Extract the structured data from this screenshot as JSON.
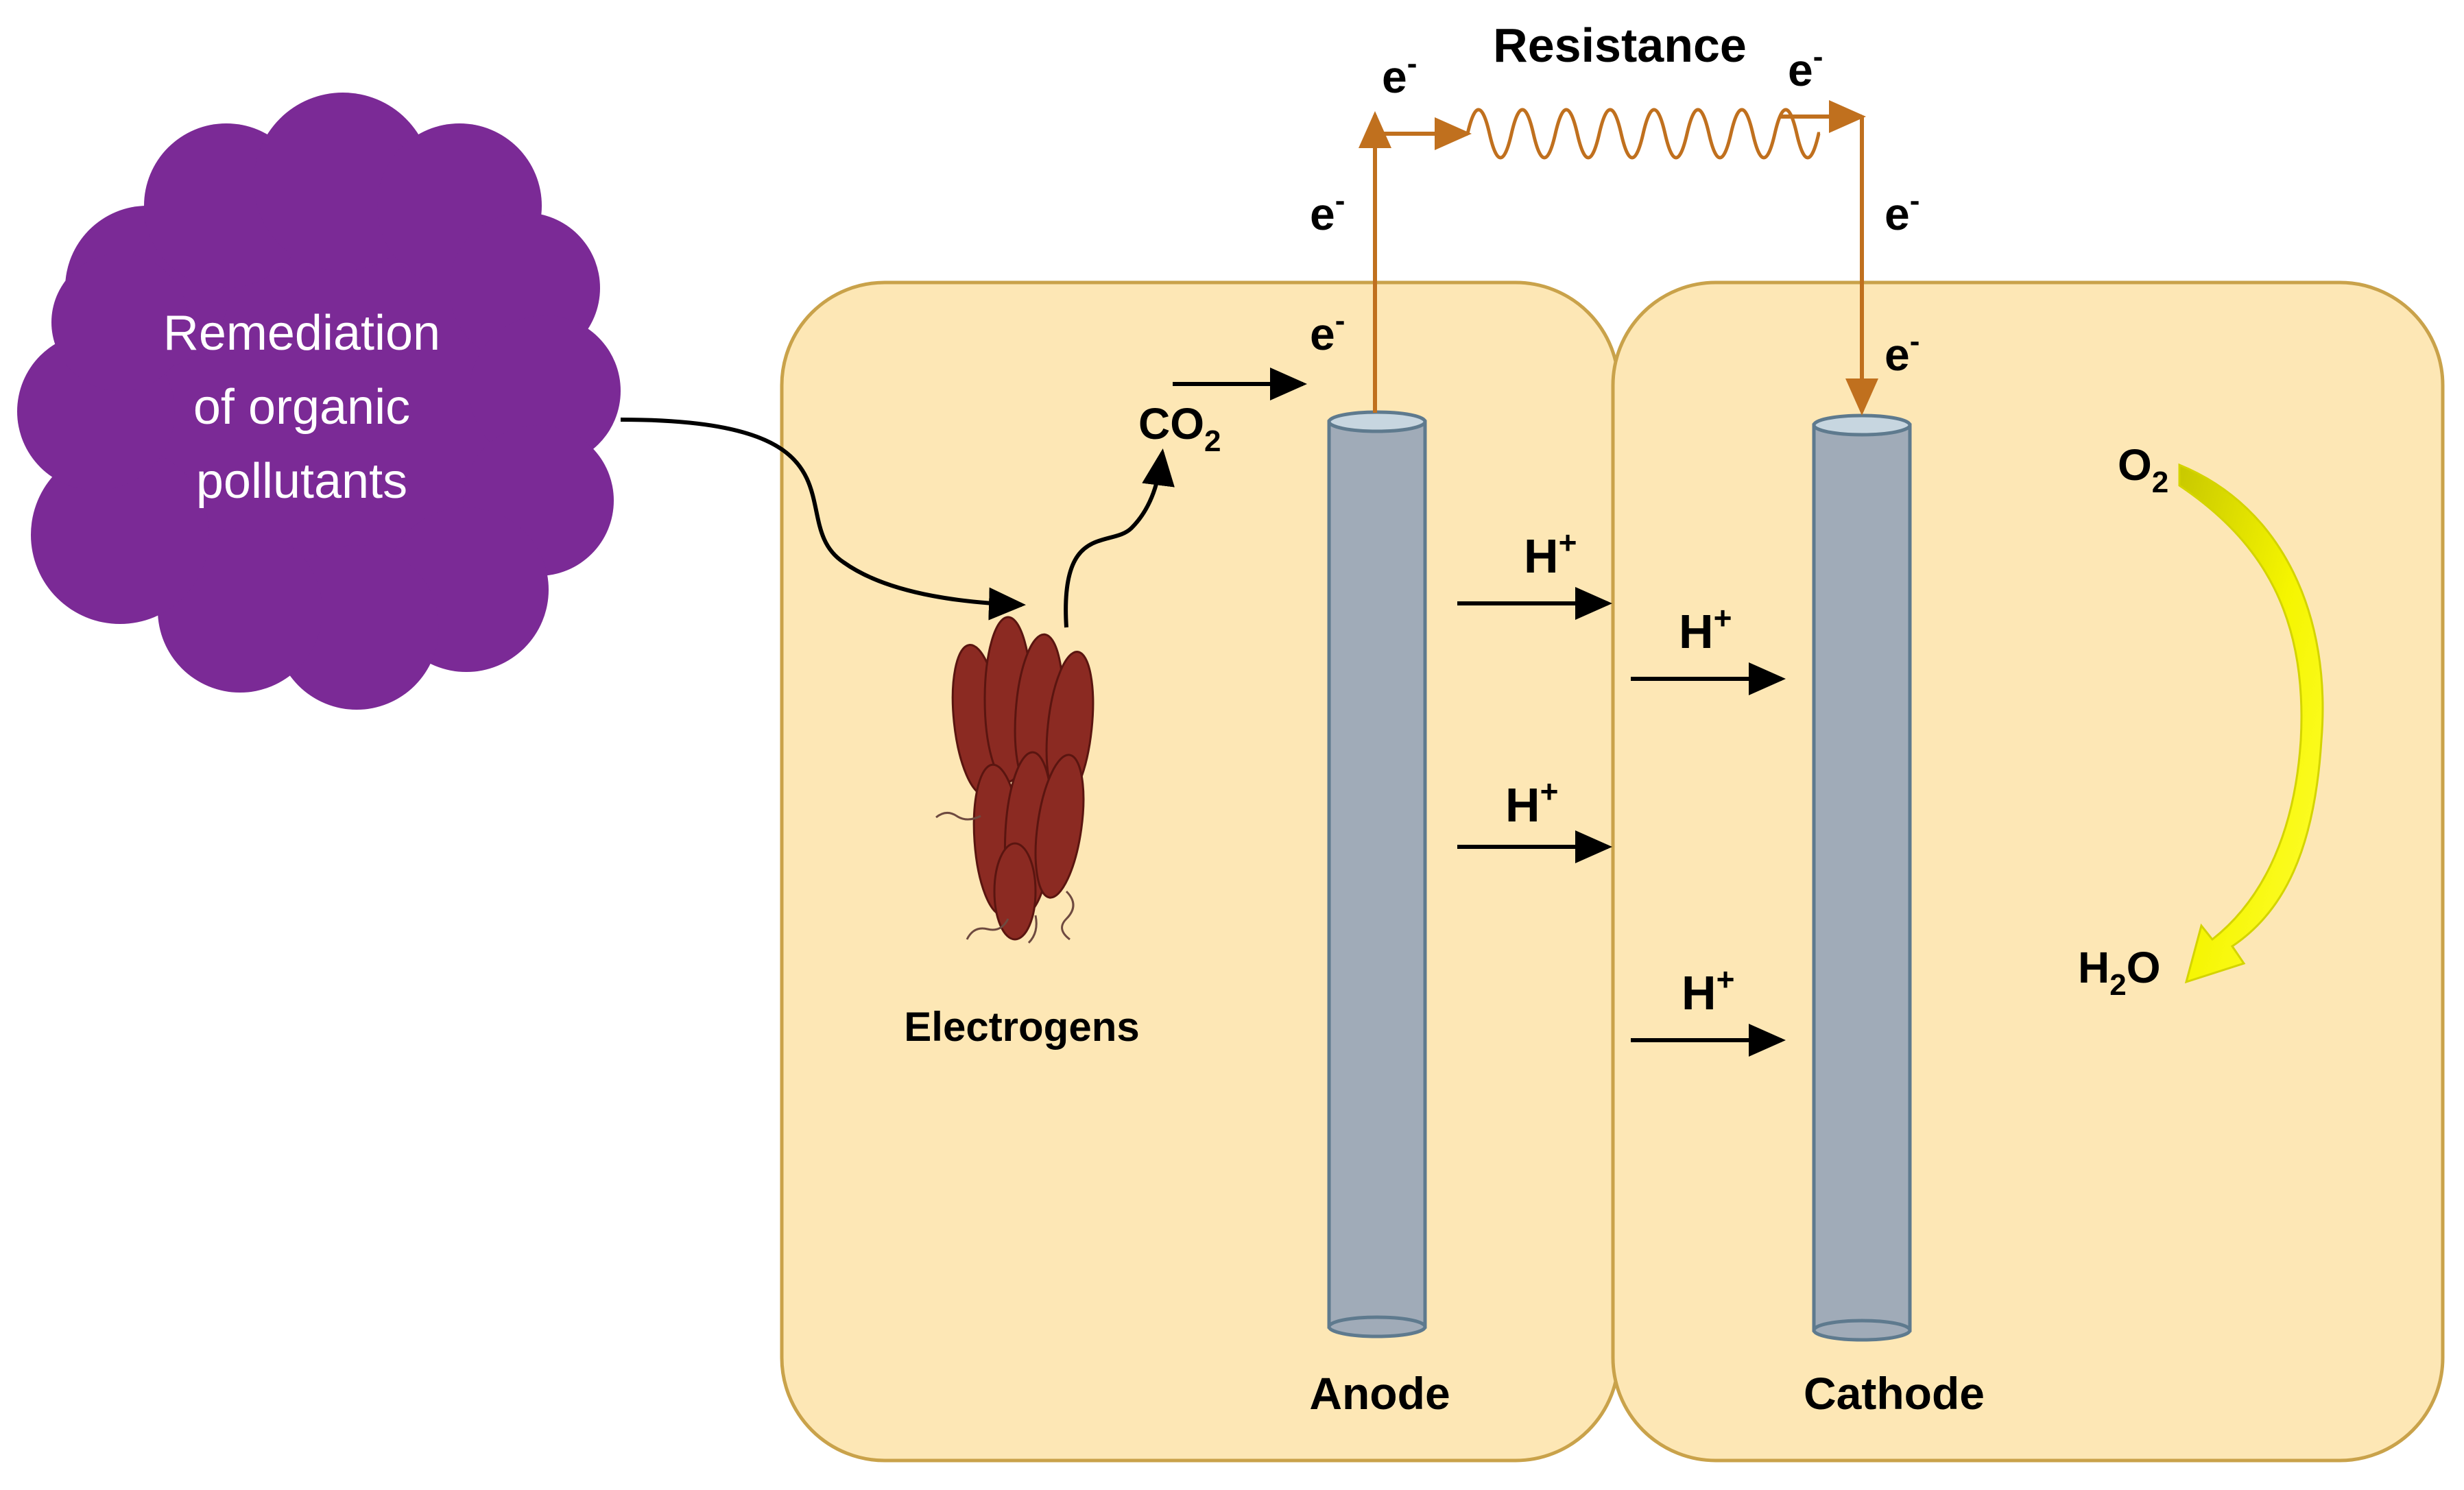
{
  "cloud": {
    "lines": [
      "Remediation",
      "of organic",
      "pollutants"
    ],
    "color": "#7b2a96"
  },
  "chamber_color": "#fde7b5",
  "chamber_border": "#c9a24a",
  "electrode_color": "#a0abb8",
  "wire_color": "#c0701e",
  "o2_arrow_color": "#f2f200",
  "bacteria_color": "#8b2a22",
  "labels": {
    "resistance": "Resistance",
    "electron": "e",
    "electron_sup": "-",
    "co2_main": "CO",
    "co2_sub": "2",
    "proton": "H",
    "proton_sup": "+",
    "electrogens": "Electrogens",
    "anode": "Anode",
    "cathode": "Cathode",
    "o2_main": "O",
    "o2_sub": "2",
    "h2o_h": "H",
    "h2o_sub": "2",
    "h2o_o": "O"
  }
}
